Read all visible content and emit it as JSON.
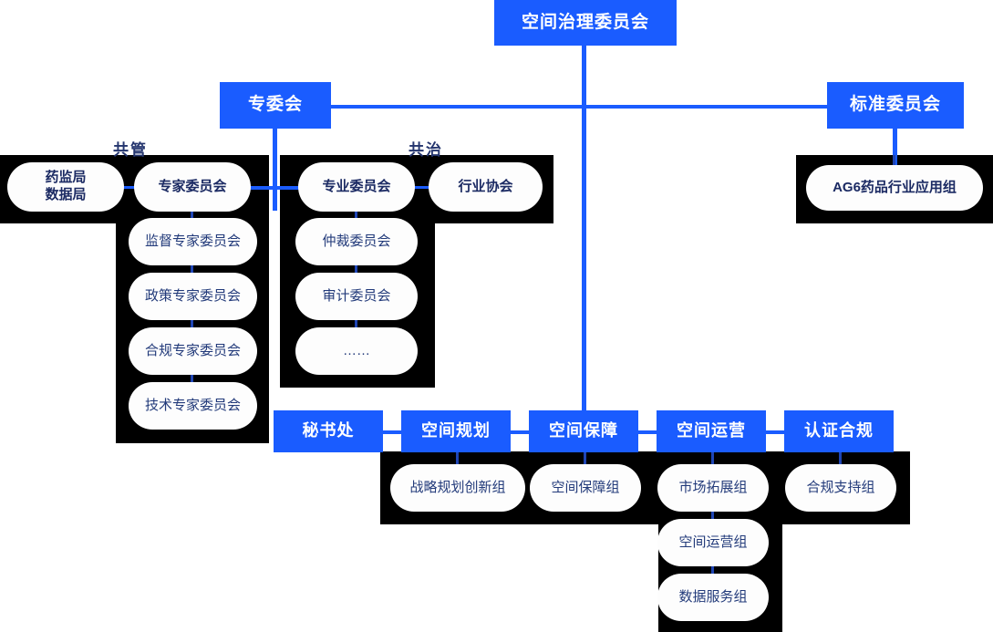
{
  "diagram": {
    "title_node": {
      "label": "空间治理委员会"
    },
    "level2": [
      {
        "label": "专委会"
      },
      {
        "label": "标准委员会"
      }
    ],
    "captions": [
      {
        "label": "共管"
      },
      {
        "label": "共治"
      }
    ],
    "group_left": {
      "caption": "共管",
      "nodes": [
        {
          "label": "药监局\n数据局",
          "line1": "药监局",
          "line2": "数据局"
        },
        {
          "label": "专家委员会"
        }
      ],
      "children": [
        {
          "label": "监督专家委员会"
        },
        {
          "label": "政策专家委员会"
        },
        {
          "label": "合规专家委员会"
        },
        {
          "label": "技术专家委员会"
        }
      ]
    },
    "group_middle": {
      "caption": "共治",
      "nodes": [
        {
          "label": "专业委员会"
        },
        {
          "label": "行业协会"
        }
      ],
      "children": [
        {
          "label": "仲裁委员会"
        },
        {
          "label": "审计委员会"
        },
        {
          "label": "……"
        }
      ]
    },
    "group_right": {
      "nodes": [
        {
          "label": "AG6药品行业应用组"
        }
      ]
    },
    "bottom_row": [
      {
        "label": "秘书处"
      },
      {
        "label": "空间规划"
      },
      {
        "label": "空间保障"
      },
      {
        "label": "空间运营"
      },
      {
        "label": "认证合规"
      }
    ],
    "bottom_children": [
      {
        "label": "战略规划创新组"
      },
      {
        "label": "空间保障组"
      },
      {
        "label": "市场拓展组"
      },
      {
        "label": "合规支持组"
      }
    ],
    "operations_children": [
      {
        "label": "空间运营组"
      },
      {
        "label": "数据服务组"
      }
    ],
    "colors": {
      "accent_blue": "#1a5cff",
      "node_text_navy": "#223a7a",
      "container_black": "#000000",
      "background": "#ffffff"
    }
  }
}
